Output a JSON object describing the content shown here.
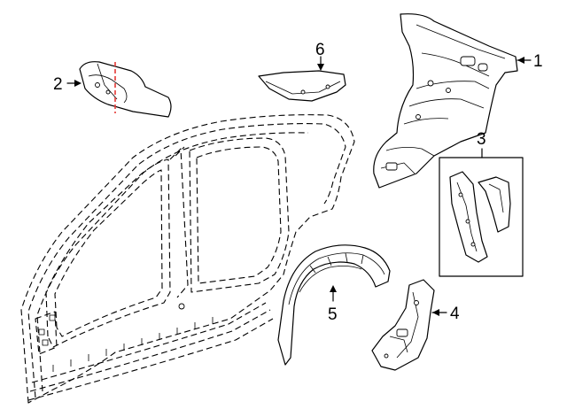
{
  "callouts": {
    "c1": "1",
    "c2": "2",
    "c3": "3",
    "c4": "4",
    "c5": "5",
    "c6": "6"
  },
  "colors": {
    "line": "#000000",
    "cut_line": "#e53935",
    "background": "#ffffff"
  }
}
